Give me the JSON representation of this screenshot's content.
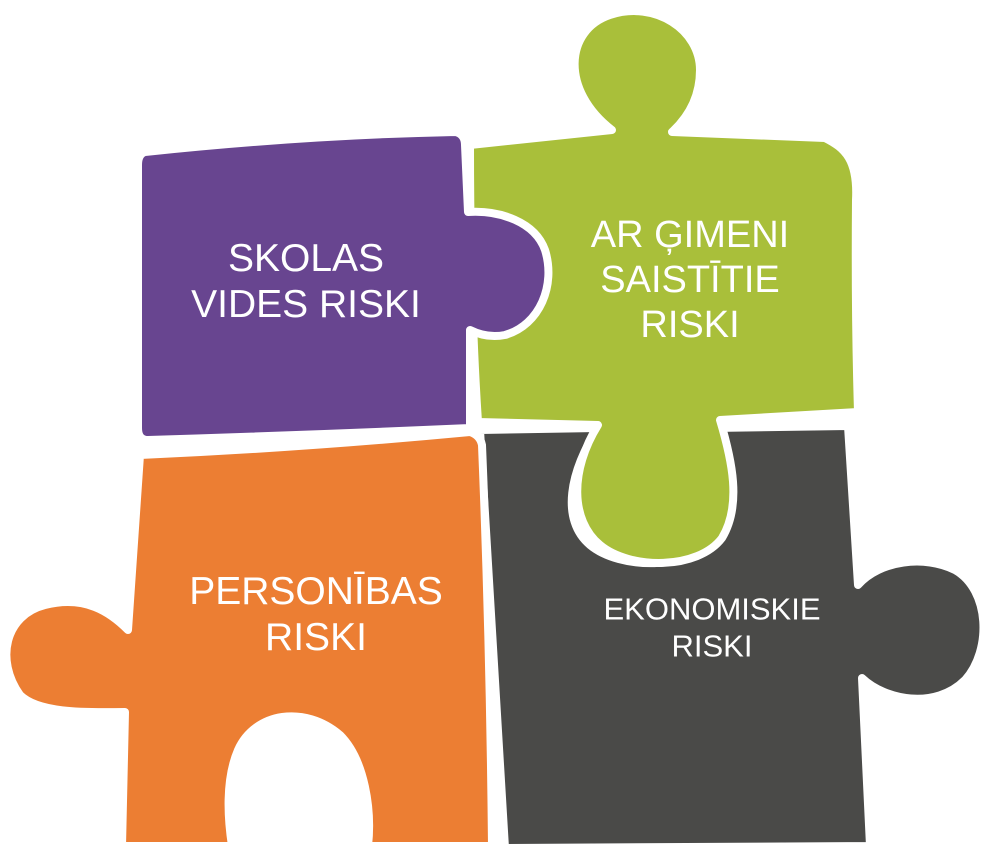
{
  "pieces": [
    {
      "id": "school",
      "color": "#684590",
      "label_lines": [
        "SKOLAS",
        "VIDES RISKI"
      ]
    },
    {
      "id": "family",
      "color": "#a9bf3a",
      "label_lines": [
        "AR ĢIMENI",
        "SAISTĪTIE",
        "RISKI"
      ]
    },
    {
      "id": "personality",
      "color": "#ec7e33",
      "label_lines": [
        "PERSONĪBAS",
        "RISKI"
      ]
    },
    {
      "id": "economic",
      "color": "#4a4a48",
      "label_lines": [
        "EKONOMISKIE",
        "RISKI"
      ]
    }
  ]
}
